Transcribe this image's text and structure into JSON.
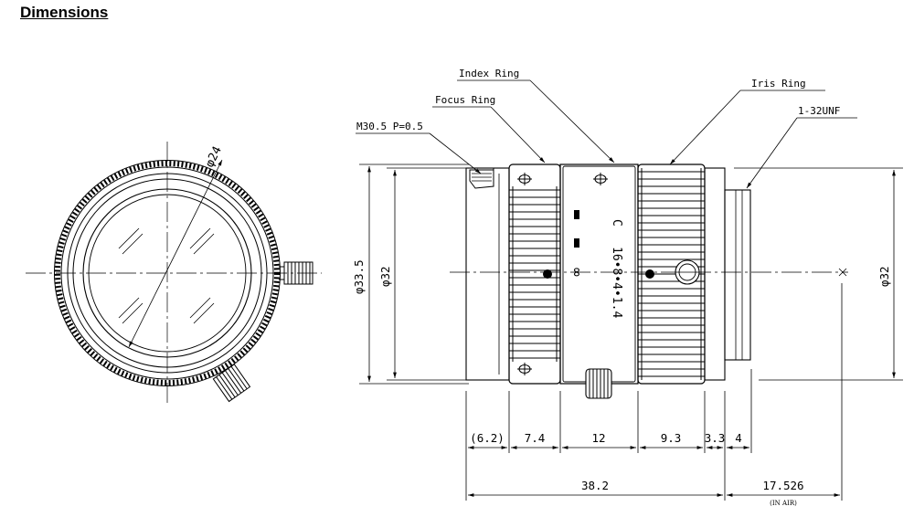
{
  "title": "Dimensions",
  "callouts": {
    "index_ring": "Index Ring",
    "focus_ring": "Focus Ring",
    "thread": "M30.5 P=0.5",
    "iris_ring": "Iris Ring",
    "mount": "1-32UNF"
  },
  "front_view": {
    "diameter": "φ24"
  },
  "heights": {
    "left_outer": "φ33.5",
    "left_inner": "φ32",
    "right": "φ32"
  },
  "lengths": {
    "seg1": "(6.2)",
    "seg2": "7.4",
    "seg3": "12",
    "seg4": "9.3",
    "seg5": "3.3",
    "seg6": "4",
    "total": "38.2",
    "flange": "17.526",
    "flange_note": "(IN AIR)"
  },
  "markings": {
    "c": "C",
    "iris_scale": "16•8•4•1.4",
    "infinity": "∞"
  }
}
